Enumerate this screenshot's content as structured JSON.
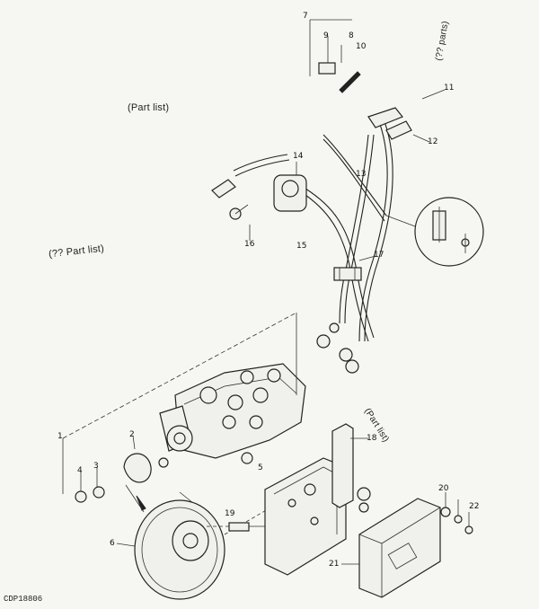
{
  "diagram": {
    "drawing_ref": "CDP18806",
    "annotations": [
      {
        "id": "a1",
        "text": "(Part list)"
      },
      {
        "id": "a2",
        "text": "(?? Part list)"
      },
      {
        "id": "a3",
        "text": "(?? parts)"
      },
      {
        "id": "a4",
        "text": "(Part list)"
      }
    ],
    "callouts": [
      "1",
      "2",
      "3",
      "4",
      "5",
      "6",
      "7",
      "8",
      "9",
      "10",
      "11",
      "12",
      "13",
      "14",
      "15",
      "16",
      "17",
      "18",
      "19",
      "20",
      "21",
      "22"
    ]
  }
}
